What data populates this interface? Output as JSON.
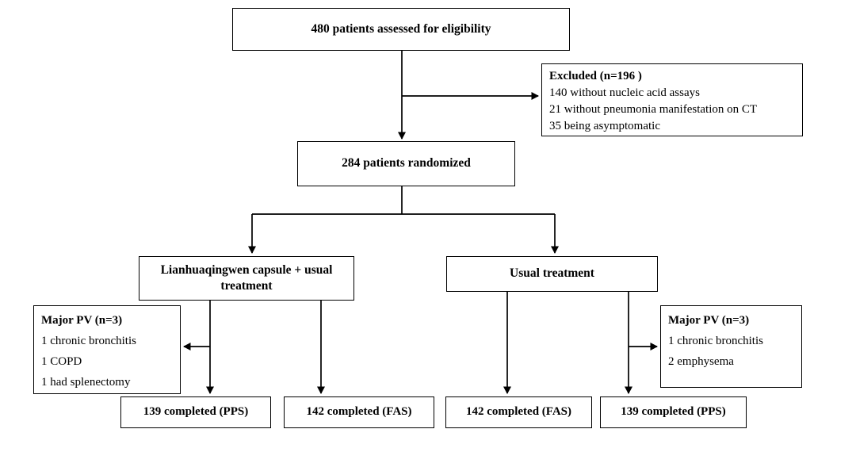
{
  "diagram": {
    "eligibility_label": "480 patients assessed for eligibility",
    "excluded": {
      "title": "Excluded (n=196 )",
      "items": [
        "140 without nucleic acid assays",
        "21 without pneumonia manifestation on CT",
        "35 being asymptomatic"
      ]
    },
    "randomized_label": "284 patients randomized",
    "arm_left_label": "Lianhuaqingwen capsule + usual treatment",
    "arm_right_label": "Usual treatment",
    "pv_left": {
      "title": "Major PV (n=3)",
      "items": [
        "1 chronic bronchitis",
        "1 COPD",
        "1 had splenectomy"
      ]
    },
    "pv_right": {
      "title": "Major PV (n=3)",
      "items": [
        "1 chronic bronchitis",
        "2 emphysema"
      ]
    },
    "completed_boxes": [
      "139 completed (PPS)",
      "142 completed (FAS)",
      "142 completed (FAS)",
      "139 completed (PPS)"
    ]
  }
}
